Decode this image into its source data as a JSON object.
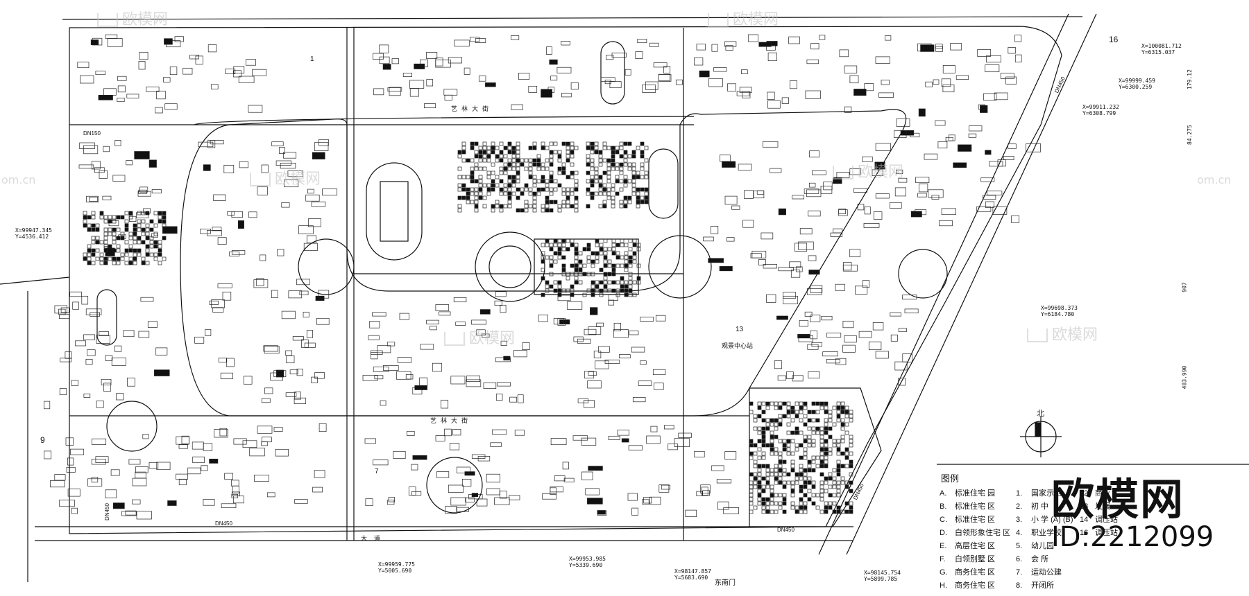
{
  "plan": {
    "block_numbers": [
      "16",
      "9",
      "7",
      "1",
      "13"
    ],
    "pipe_labels": [
      "DN150",
      "DN450",
      "DN450",
      "DN450",
      "DN450",
      "DN450"
    ],
    "road_labels": [
      "艺林大街",
      "艺林大街",
      "大道"
    ],
    "north_label": "北",
    "gate_label": "东南门",
    "center_label": "观景中心站"
  },
  "coordinates": [
    "X=99947.345\nY=4536.412",
    "X=99959.775\nY=5005.690",
    "X=99953.985\nY=5339.690",
    "X=98147.857\nY=5683.690",
    "X=98145.754\nY=5899.785",
    "X=99698.373\nY=6184.780",
    "X=99911.232\nY=6308.799",
    "X=99999.459\nY=6300.259",
    "X=100081.712\nY=6315.037"
  ],
  "dimensions": [
    "179.12",
    "84.275",
    "907",
    "483.990"
  ],
  "legend": {
    "title": "图例",
    "left": [
      {
        "code": "A.",
        "text": "标准住宅 园"
      },
      {
        "code": "B.",
        "text": "标准住宅 区"
      },
      {
        "code": "C.",
        "text": "标准住宅 区"
      },
      {
        "code": "D.",
        "text": "白领形象住宅 区"
      },
      {
        "code": "E.",
        "text": "高层住宅 区"
      },
      {
        "code": "F.",
        "text": "白领别墅 区"
      },
      {
        "code": "G.",
        "text": "商务住宅 区"
      },
      {
        "code": "H.",
        "text": "商务住宅 区"
      }
    ],
    "right": [
      {
        "code": "1.",
        "text": "国家示范"
      },
      {
        "code": "2.",
        "text": "初 中"
      },
      {
        "code": "3.",
        "text": "小 学 (A) (B)"
      },
      {
        "code": "4.",
        "text": "职业学校"
      },
      {
        "code": "5.",
        "text": "幼儿园"
      },
      {
        "code": "6.",
        "text": "会 所"
      },
      {
        "code": "7.",
        "text": "运动公建"
      },
      {
        "code": "8.",
        "text": "开闭所"
      }
    ],
    "far_right": [
      {
        "code": "12",
        "text": "商业"
      },
      {
        "code": "13",
        "text": "发展"
      },
      {
        "code": "14",
        "text": "调压站"
      },
      {
        "code": "16",
        "text": "调压站"
      }
    ]
  },
  "watermark": {
    "text_cn": "欧模网",
    "text_en": "om.cn",
    "big_text": "欧模网",
    "id_text": "ID:2212099"
  }
}
